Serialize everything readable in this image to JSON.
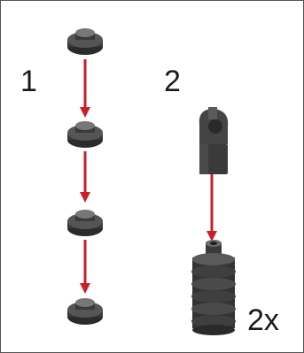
{
  "steps": [
    {
      "number": "1",
      "part": "round-plate-1x1",
      "count": 4
    },
    {
      "number": "2",
      "part": "connector-on-spring-stack",
      "quantity": "2x"
    }
  ],
  "colors": {
    "part_dark": "#3a3a3a",
    "part_mid": "#5a5a5a",
    "part_light": "#8a8a8a",
    "arrow": "#c8202a",
    "frame": "#555555"
  }
}
